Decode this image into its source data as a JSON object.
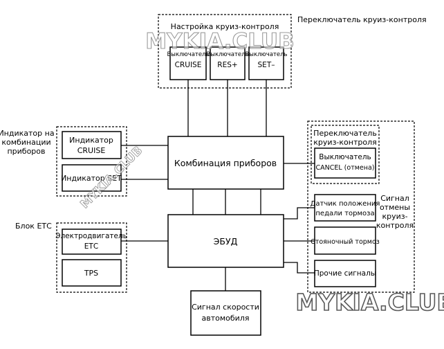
{
  "cruise_setup": {
    "title": "Настройка круиз-контроля",
    "switch_word": "Выключатель",
    "cruise": "CRUISE",
    "res": "RES+",
    "set": "SET–"
  },
  "cruise_switch_group": "Переключатель круиз-контроля",
  "indicator_group": [
    "Индикатор на",
    "комбинации",
    "приборов"
  ],
  "indicator_cruise": [
    "Индикатор",
    "CRUISE"
  ],
  "indicator_set": "Индикатор SET",
  "cluster": "Комбинация приборов",
  "right_group": [
    "Переключатель",
    "круиз-контроля"
  ],
  "cancel_switch": [
    "Выключатель",
    "CANCEL (отмена)"
  ],
  "etc_group": "Блок ЕТС",
  "etc_motor": [
    "Электродвигатель",
    "ЕТС"
  ],
  "tps": "TPS",
  "ecu": "ЭБУД",
  "brake_sensor": [
    "Датчик положения",
    "педали тормоза"
  ],
  "parking_brake": "Стояночный тормоз",
  "other_signals": "Прочие сигналы",
  "cancel_signal_label": [
    "Сигнал",
    "отмены",
    "круиз-",
    "контроля"
  ],
  "speed_signal": [
    "Сигнал скорости",
    "автомобиля"
  ],
  "watermark": "MYKIA.CLUB"
}
